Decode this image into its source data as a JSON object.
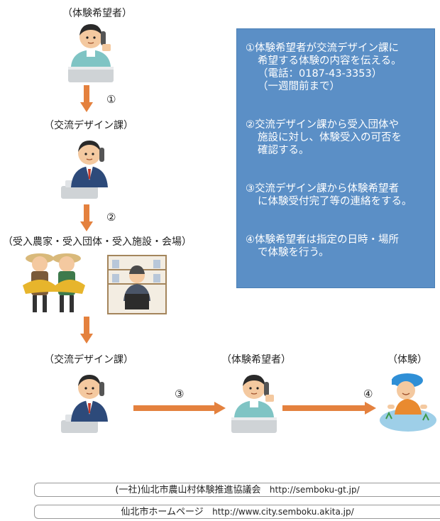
{
  "flow": {
    "label_applicant_top": "（体験希望者）",
    "label_design_1": "（交流デザイン課）",
    "label_hosts": "（受入農家・受入団体・受入施設・会場）",
    "label_design_2": "（交流デザイン課）",
    "label_applicant_bottom": "（体験希望者）",
    "label_experience": "（体験）",
    "step1": "①",
    "step2": "②",
    "step3": "③",
    "step4": "④"
  },
  "info": {
    "s1_line1": "①体験希望者が交流デザイン課に",
    "s1_line2": "希望する体験の内容を伝える。",
    "s1_line3": "（電話：0187-43-3353）",
    "s1_line4": "（一週間前まで）",
    "s2_line1": "②交流デザイン課から受入団体や",
    "s2_line2": "施設に対し、体験受入の可否を",
    "s2_line3": "確認する。",
    "s3_line1": "③交流デザイン課から体験希望者",
    "s3_line2": "に体験受付完了等の連絡をする。",
    "s4_line1": "④体験希望者は指定の日時・場所",
    "s4_line2": "で体験を行う。"
  },
  "links": {
    "council_name": "(一社)仙北市農山村体験推進協議会",
    "council_url": "http://semboku-gt.jp/",
    "city_name": "仙北市ホームページ",
    "city_url": "http://www.city.semboku.akita.jp/"
  },
  "colors": {
    "info_bg": "#5b8fc6",
    "arrow": "#e4813e",
    "shirt": "#7fc4c4",
    "suit": "#2d4a7a"
  }
}
